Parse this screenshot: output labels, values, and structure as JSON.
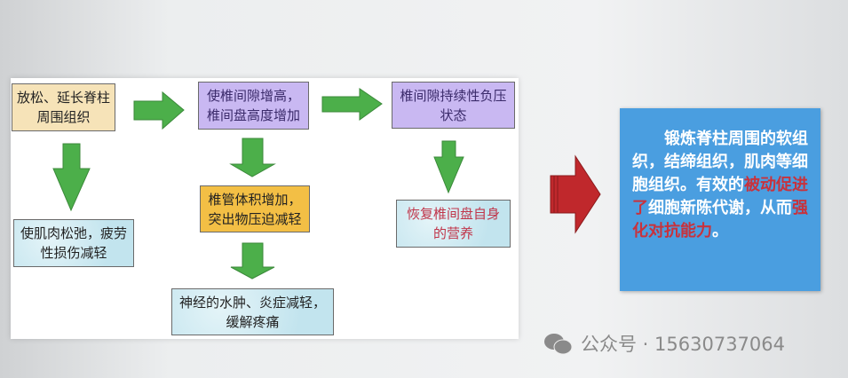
{
  "flow": {
    "box1": "放松、延长脊柱周围组织",
    "box2": "使椎间隙增高，椎间盘高度增加",
    "box3": "椎间隙持续性负压状态",
    "box4": "使肌肉松弛，疲劳性损伤减轻",
    "box5": "椎管体积增加，突出物压迫减轻",
    "box6": "神经的水肿、炎症减轻，缓解疼痛",
    "box7": "恢复椎间盘自身的营养"
  },
  "summary": {
    "part1": "锻炼脊柱周围的软组织，结缔组织，肌肉等细胞组织。有效的",
    "highlight1": "被动促进了",
    "part2": "细胞新陈代谢，从而",
    "highlight2": "强化对抗能力",
    "end": "。"
  },
  "watermark": {
    "label": "公众号 · 15630737064",
    "icon": "wechat-icon"
  },
  "colors": {
    "arrow_green": "#4caf4a",
    "arrow_red": "#c0282c",
    "summary_bg": "#4a9ee0"
  }
}
